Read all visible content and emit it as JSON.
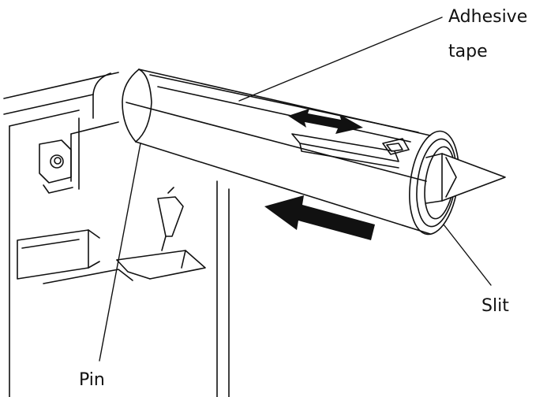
{
  "labels": {
    "adhesive_tape_line1": "Adhesive",
    "adhesive_tape_line2": "tape",
    "slit": "Slit",
    "pin": "Pin"
  },
  "colors": {
    "ink": "#111111",
    "background": "#ffffff"
  }
}
